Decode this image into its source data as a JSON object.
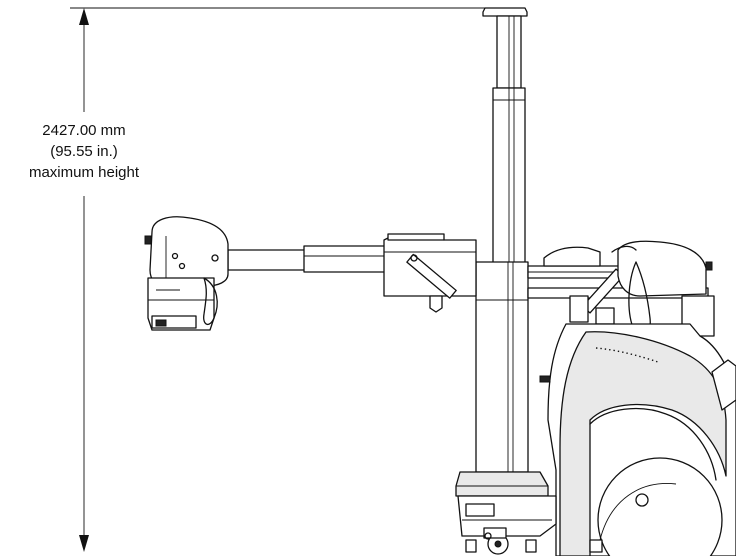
{
  "dimension": {
    "line1": "2427.00 mm",
    "line2": "(95.55 in.)",
    "line3": "maximum height"
  }
}
